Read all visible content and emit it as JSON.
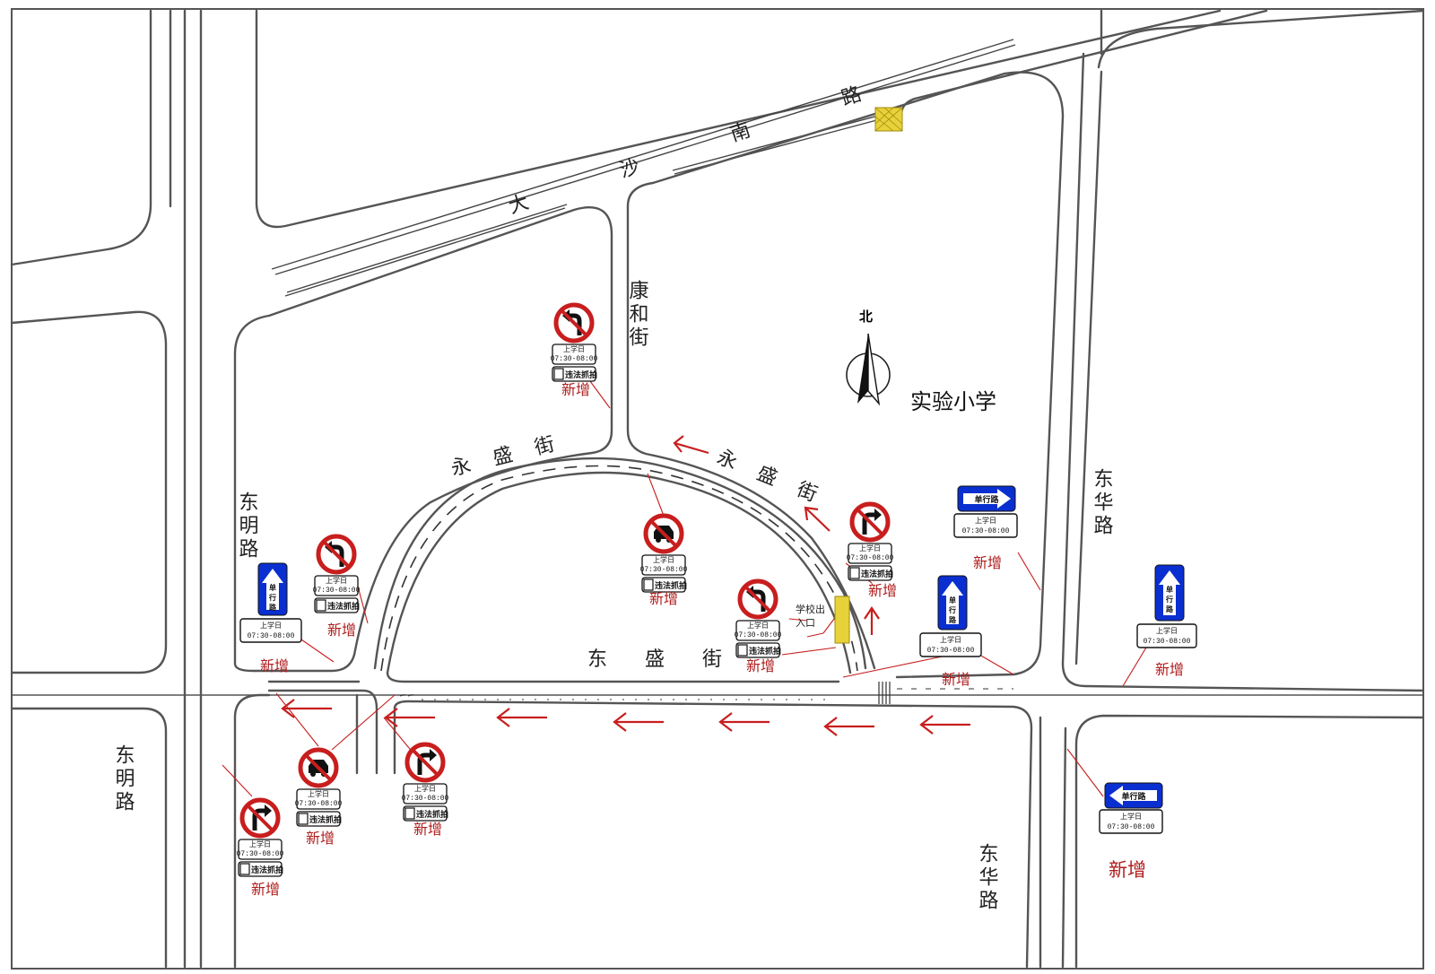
{
  "map": {
    "streets": {
      "dashanan": "大沙南路",
      "kanghe": "康和街",
      "yongsheng_w": "永盛街",
      "yongsheng_e": "永盛街",
      "dongsheng": "东盛街",
      "dongming_n": "东明路",
      "dongming_s": "东明路",
      "donghua_n": "东华路",
      "donghua_s": "东华路"
    },
    "school": "实验小学",
    "north": "北",
    "entrance": "学校出入口",
    "new_label": "新增",
    "sign_text": {
      "time_range": "07:30-08:00",
      "school_day": "上学日",
      "violation": "违法抓拍",
      "one_way": "单行路"
    },
    "colors": {
      "road": "#555555",
      "prohibition_red": "#c81e1e",
      "sign_blue": "#0a2fd0",
      "flow_arrow": "#c81e1e",
      "crosswalk_yellow": "#e8d23a"
    }
  }
}
